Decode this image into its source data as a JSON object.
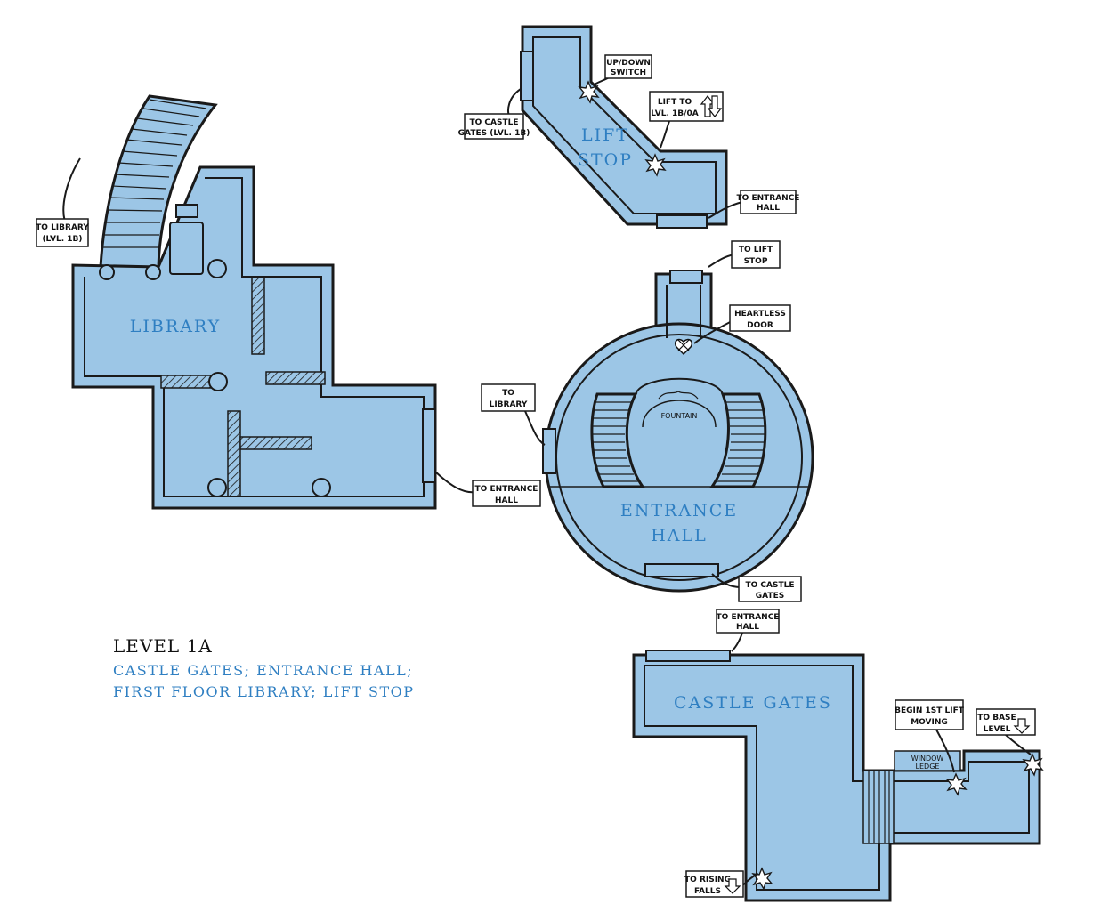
{
  "legend": {
    "title": "LEVEL 1A",
    "line1": "CASTLE GATES; ENTRANCE HALL;",
    "line2": "FIRST FLOOR LIBRARY; LIFT STOP"
  },
  "rooms": {
    "library": "LIBRARY",
    "lift_stop_1": "LIFT",
    "lift_stop_2": "STOP",
    "entrance_hall_1": "ENTRANCE",
    "entrance_hall_2": "HALL",
    "castle_gates": "CASTLE GATES"
  },
  "features": {
    "fountain": "FOUNTAIN",
    "window_ledge_1": "WINDOW",
    "window_ledge_2": "LEDGE"
  },
  "callouts": {
    "library_to_library_1": "TO LIBRARY",
    "library_to_library_2": "(LVL. 1B)",
    "library_to_entrance_1": "TO ENTRANCE",
    "library_to_entrance_2": "HALL",
    "lift_to_gates_1": "TO CASTLE",
    "lift_to_gates_2": "GATES (LVL. 1B)",
    "updown_1": "UP/DOWN",
    "updown_2": "SWITCH",
    "lift_to_lvl_1": "LIFT TO",
    "lift_to_lvl_2": "LVL. 1B/0A",
    "lift_to_entrance_1": "TO ENTRANCE",
    "lift_to_entrance_2": "HALL",
    "hall_to_lift_1": "TO LIFT",
    "hall_to_lift_2": "STOP",
    "heartless_1": "HEARTLESS",
    "heartless_2": "DOOR",
    "hall_to_library_1": "TO",
    "hall_to_library_2": "LIBRARY",
    "hall_to_gates_1": "TO CASTLE",
    "hall_to_gates_2": "GATES",
    "gates_to_entrance_1": "TO ENTRANCE",
    "gates_to_entrance_2": "HALL",
    "begin_lift_1": "BEGIN 1ST LIFT",
    "begin_lift_2": "MOVING",
    "to_base_1": "TO BASE",
    "to_base_2": "LEVEL",
    "to_rising_1": "TO RISING",
    "to_rising_2": "FALLS"
  },
  "colors": {
    "room_fill": "#9cc6e6",
    "label_blue": "#2f7fc2",
    "outline": "#1a1a1a"
  }
}
